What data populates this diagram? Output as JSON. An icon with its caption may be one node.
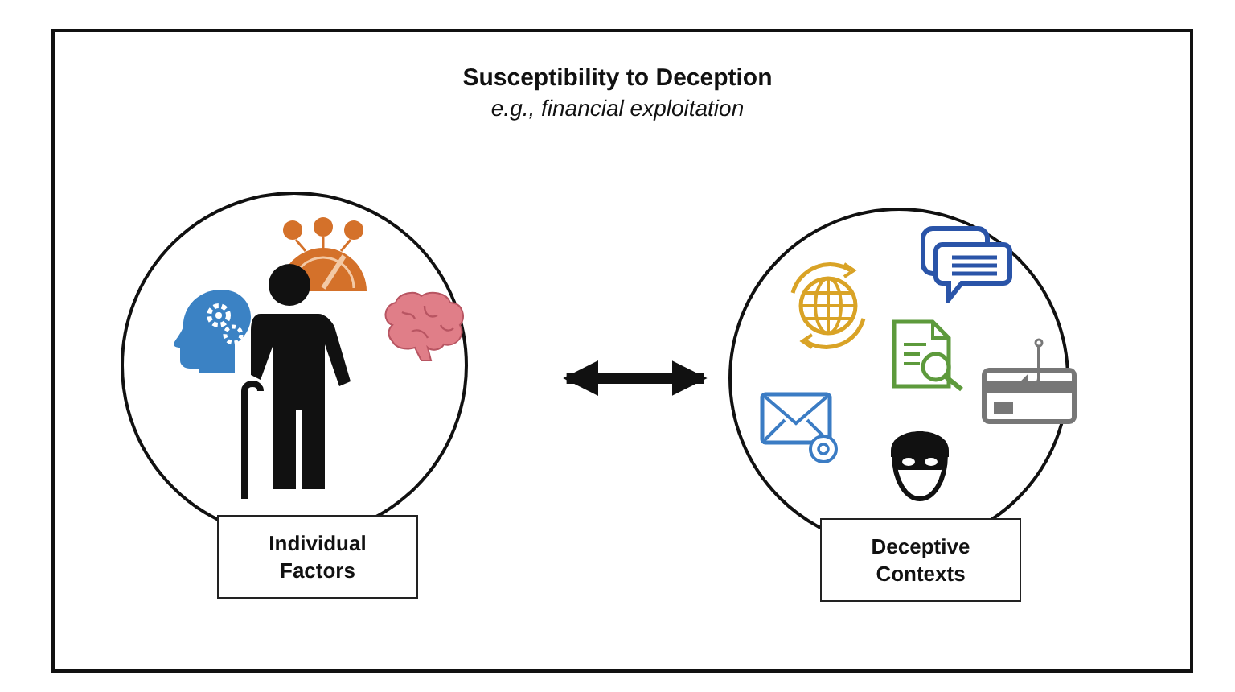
{
  "diagram": {
    "title": "Susceptibility to Deception",
    "nodes": [
      {
        "text": [
          "Individual Factors"
        ]
      },
      {
        "text": [
          "Deceptive Contexts"
        ]
      }
    ],
    "edges": [
      {
        "from": 0,
        "to": 1,
        "arrow": "both"
      }
    ],
    "labels": [
      "e.g., financial exploitation"
    ]
  }
}
